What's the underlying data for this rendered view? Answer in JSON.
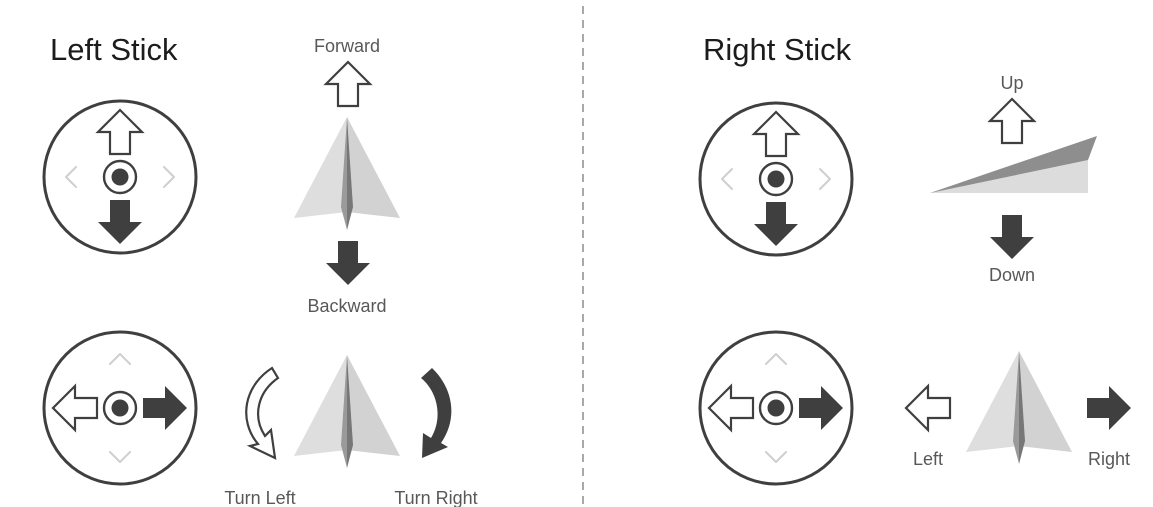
{
  "left": {
    "title": "Left Stick",
    "forward": "Forward",
    "backward": "Backward",
    "turn_left": "Turn Left",
    "turn_right": "Turn Right"
  },
  "right": {
    "title": "Right Stick",
    "up": "Up",
    "down": "Down",
    "left": "Left",
    "right": "Right"
  },
  "colors": {
    "ink": "#3f3f3f",
    "plane_light": "#dcdcdc",
    "plane_dark": "#8e8e8e",
    "chevron": "#cfcfcf"
  }
}
